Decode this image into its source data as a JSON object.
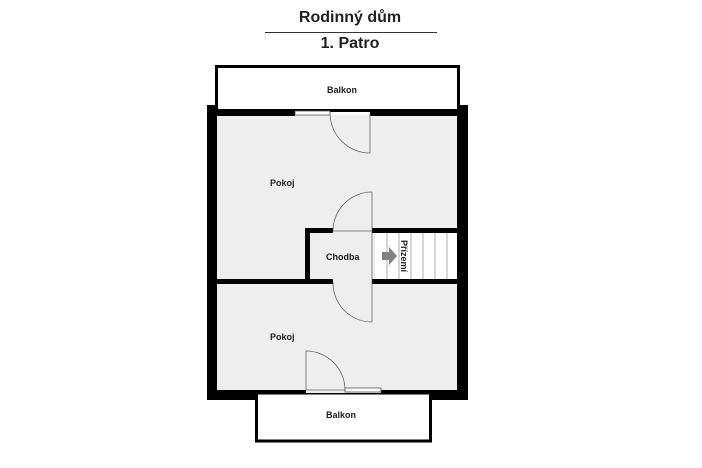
{
  "header": {
    "title": "Rodinný dům",
    "subtitle": "1. Patro"
  },
  "rooms": {
    "balcony_top": "Balkon",
    "room_upper": "Pokoj",
    "hallway": "Chodba",
    "stairs": "Přízemí",
    "room_lower": "Pokoj",
    "balcony_bottom": "Balkon"
  },
  "colors": {
    "wall": "#000000",
    "floor": "#eeeeee",
    "balcony": "#ffffff",
    "arrow": "#808080"
  }
}
